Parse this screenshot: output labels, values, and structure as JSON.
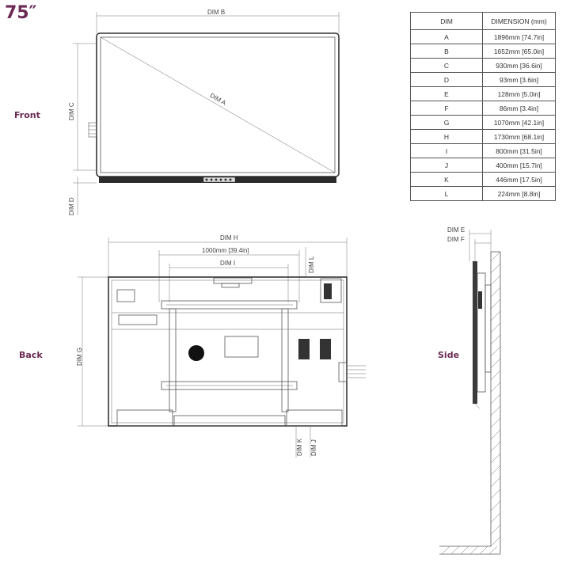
{
  "model_title": "75″",
  "views": {
    "front": "Front",
    "back": "Back",
    "side": "Side"
  },
  "labels": {
    "dim_a": "DIM A",
    "dim_b": "DIM B",
    "dim_c": "DIM C",
    "dim_d": "DIM D",
    "dim_e": "DIM E",
    "dim_f": "DIM F",
    "dim_g": "DIM G",
    "dim_h": "DIM H",
    "dim_i": "DIM I",
    "dim_j": "DIM J",
    "dim_k": "DIM K",
    "dim_l": "DIM L",
    "vesa_width": "1000mm [39.4in]"
  },
  "table": {
    "header_dim": "DIM",
    "header_dimension": "DIMENSION (mm)",
    "rows": [
      {
        "dim": "A",
        "value": "1896mm [74.7in]"
      },
      {
        "dim": "B",
        "value": "1652mm [65.0in]"
      },
      {
        "dim": "C",
        "value": "930mm [36.6in]"
      },
      {
        "dim": "D",
        "value": "93mm [3.6in]"
      },
      {
        "dim": "E",
        "value": "128mm [5.0in]"
      },
      {
        "dim": "F",
        "value": "86mm [3.4in]"
      },
      {
        "dim": "G",
        "value": "1070mm [42.1in]"
      },
      {
        "dim": "H",
        "value": "1730mm [68.1in]"
      },
      {
        "dim": "I",
        "value": "800mm [31.5in]"
      },
      {
        "dim": "J",
        "value": "400mm [15.7in]"
      },
      {
        "dim": "K",
        "value": "446mm [17.5in]"
      },
      {
        "dim": "L",
        "value": "224mm [8.8in]"
      }
    ]
  }
}
